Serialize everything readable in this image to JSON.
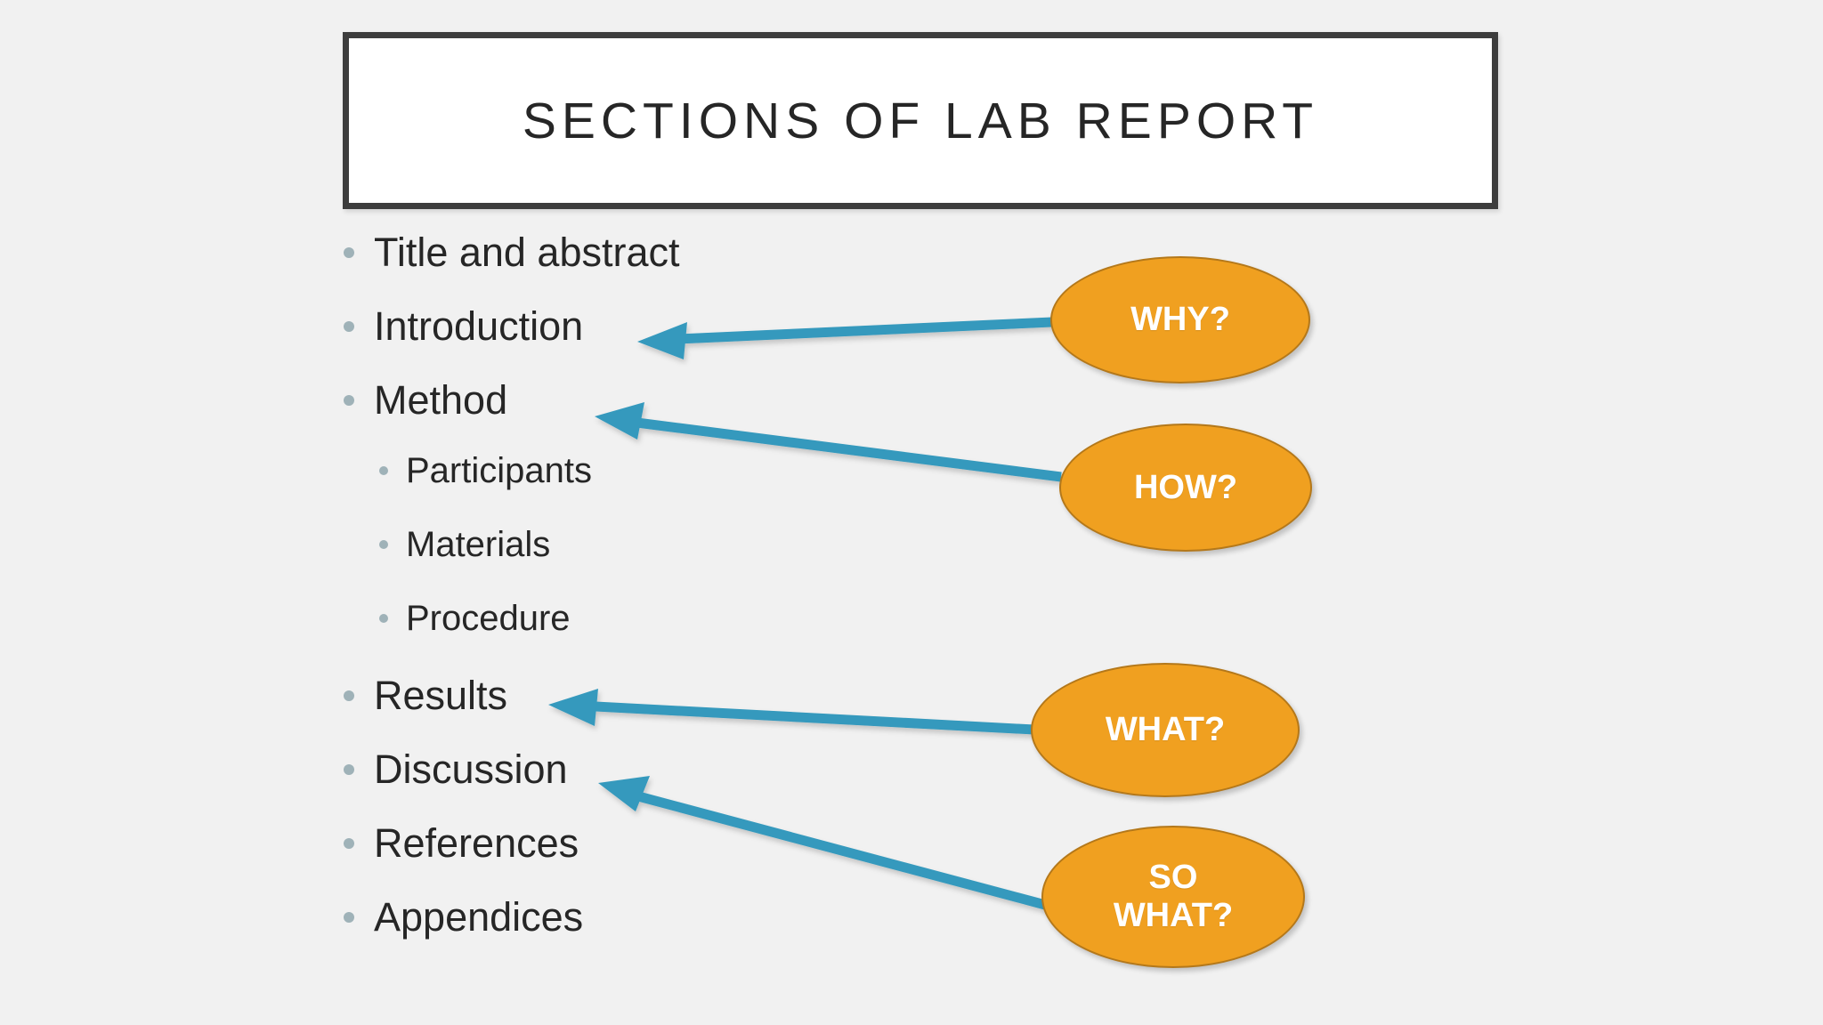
{
  "slide": {
    "background_color": "#f1f1f1",
    "title": "SECTIONS OF LAB REPORT",
    "title_box": {
      "border_color": "#3d3d3d",
      "fill_color": "#ffffff"
    }
  },
  "outline": {
    "bullet_color": "#9fb2b8",
    "text_color": "#262626",
    "items": [
      {
        "label": "Title and abstract",
        "level": 1
      },
      {
        "label": "Introduction",
        "level": 1
      },
      {
        "label": "Method",
        "level": 1
      },
      {
        "label": "Participants",
        "level": 2
      },
      {
        "label": "Materials",
        "level": 2
      },
      {
        "label": "Procedure",
        "level": 2
      },
      {
        "label": "Results",
        "level": 1
      },
      {
        "label": "Discussion",
        "level": 1
      },
      {
        "label": "References",
        "level": 1
      },
      {
        "label": "Appendices",
        "level": 1
      }
    ]
  },
  "callouts": {
    "fill_color": "#f0a020",
    "border_color": "#b4781a",
    "text_color": "#ffffff",
    "items": [
      {
        "label": "WHY?",
        "points_to": "Introduction"
      },
      {
        "label": "HOW?",
        "points_to": "Method"
      },
      {
        "label": "WHAT?",
        "points_to": "Results"
      },
      {
        "label": "SO\nWHAT?",
        "points_to": "Discussion"
      }
    ]
  },
  "connectors": {
    "color": "#3499bd",
    "count": 4
  }
}
